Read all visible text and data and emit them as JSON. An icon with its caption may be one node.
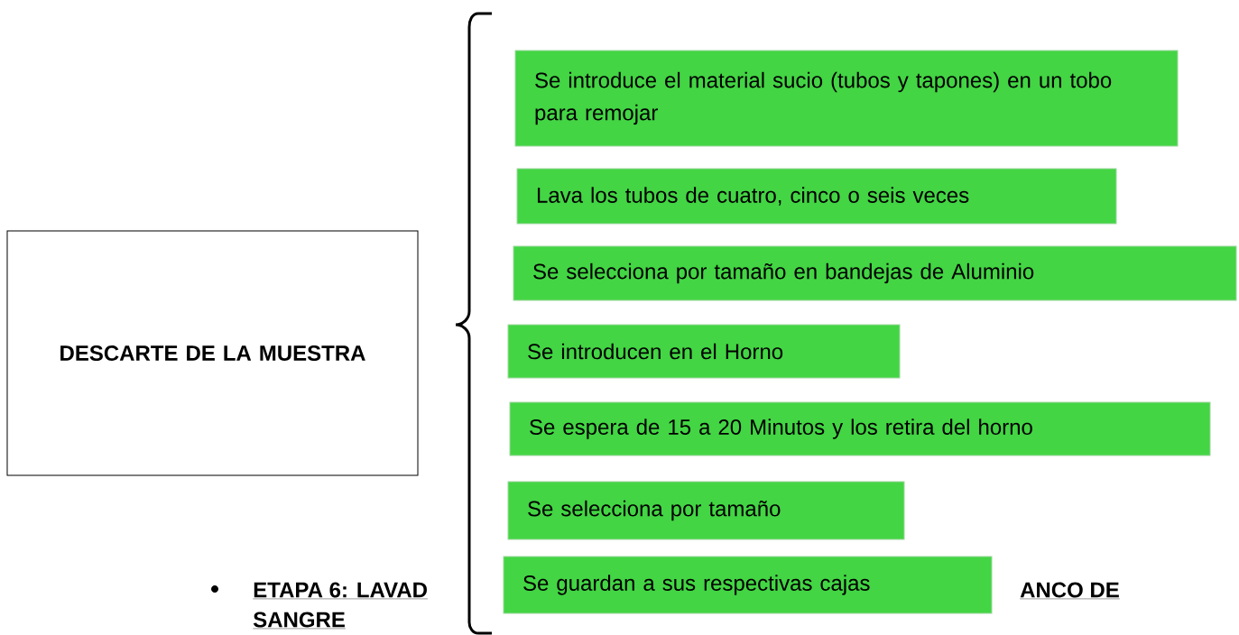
{
  "diagram": {
    "nodes": [
      {
        "text": [
          "DESCARTE DE LA MUESTRA"
        ]
      },
      {
        "text": [
          "Se introduce el material sucio (tubos y tapones) en un tobo para remojar"
        ]
      },
      {
        "text": [
          "Lava los tubos de cuatro, cinco o seis veces"
        ]
      },
      {
        "text": [
          "Se selecciona por tamaño en bandejas de Aluminio"
        ]
      },
      {
        "text": [
          "Se introducen en el Horno"
        ]
      },
      {
        "text": [
          "Se espera de 15 a 20 Minutos y los retira del horno"
        ]
      },
      {
        "text": [
          "Se selecciona por tamaño"
        ]
      },
      {
        "text": [
          "Se guardan a sus respectivas cajas"
        ]
      }
    ],
    "labels": [
      "ETAPA 6: LAVAD",
      "ANCO DE",
      "SANGRE"
    ]
  }
}
